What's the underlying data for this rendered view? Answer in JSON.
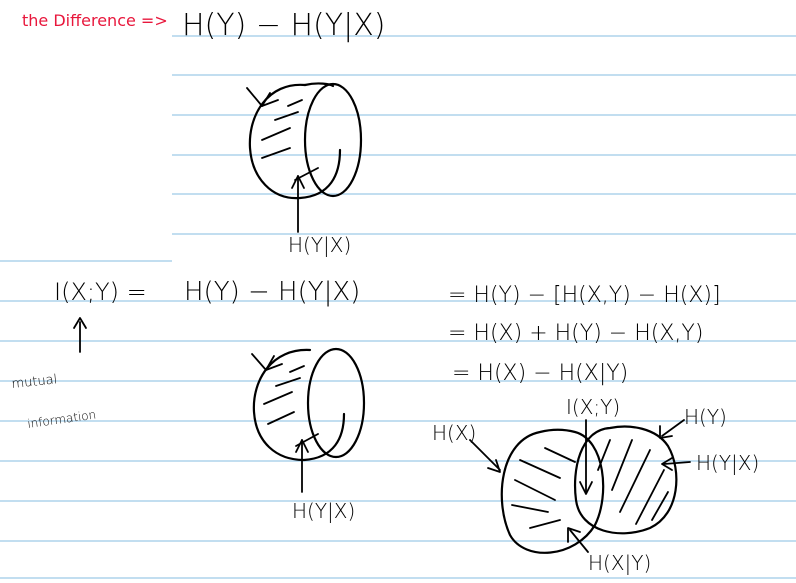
{
  "caption": "the Difference =>",
  "eq_top": "H(Y) − H(Y|X)",
  "label_top_circle": "H(Y|X)",
  "eq_mi_lhs": "I(X;Y) =",
  "eq_mi_rhs1": "H(Y) − H(Y|X)",
  "eq_mi_rhs2": "= H(Y) − [H(X,Y) − H(X)]",
  "eq_line2": "= H(X) + H(Y) − H(X,Y)",
  "eq_line3": "= H(X) − H(X|Y)",
  "mutual_label_1": "mutual",
  "mutual_label_2": "information",
  "label_mid_circle": "H(Y|X)",
  "venn_hx": "H(X)",
  "venn_ixy": "I(X;Y)",
  "venn_hy": "H(Y)",
  "venn_hyx": "H(Y|X)",
  "venn_hxy": "H(X|Y)"
}
